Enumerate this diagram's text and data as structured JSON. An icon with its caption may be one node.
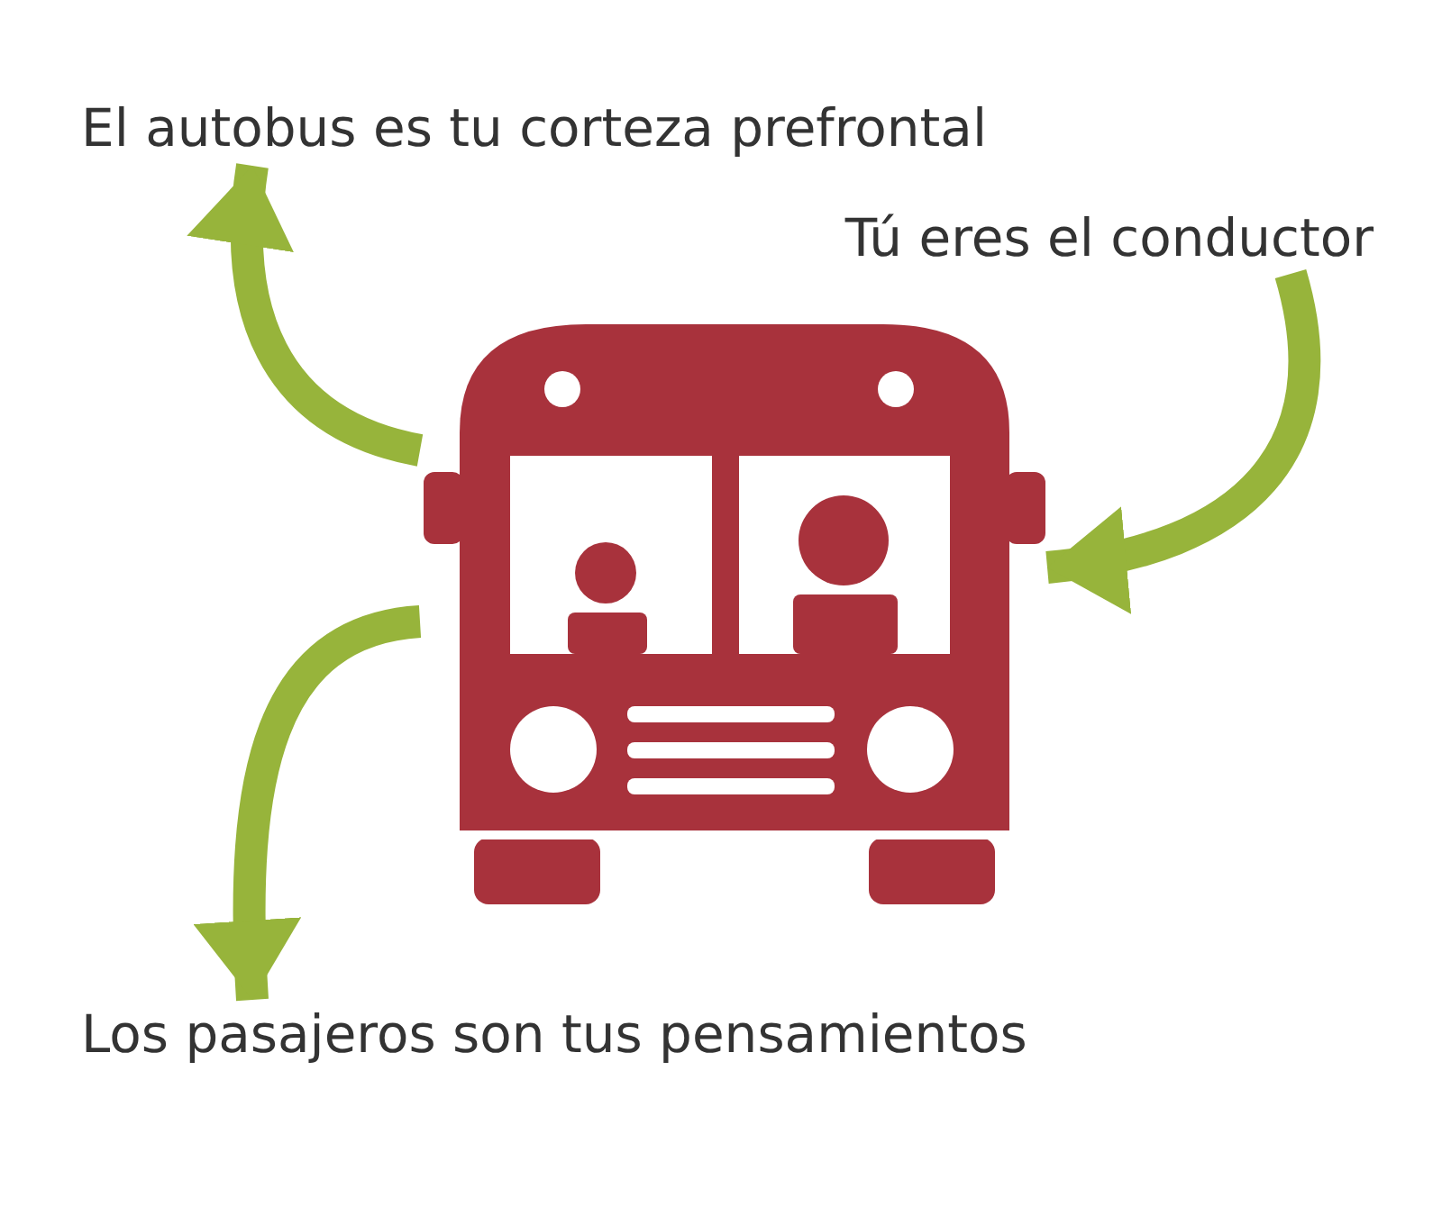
{
  "diagram": {
    "nodes": [
      {
        "text": [
          "El autobus es tu corteza prefrontal"
        ]
      },
      {
        "text": [
          "Tú eres el conductor"
        ]
      },
      {
        "text": [],
        "shape": "picture"
      },
      {
        "text": [
          "Los pasajeros son tus pensamientos"
        ]
      }
    ],
    "edges": [
      {
        "from": 2,
        "to": 0,
        "arrow": "to"
      },
      {
        "from": 1,
        "to": 2,
        "arrow": "to"
      },
      {
        "from": 2,
        "to": 3,
        "arrow": "to"
      }
    ]
  }
}
